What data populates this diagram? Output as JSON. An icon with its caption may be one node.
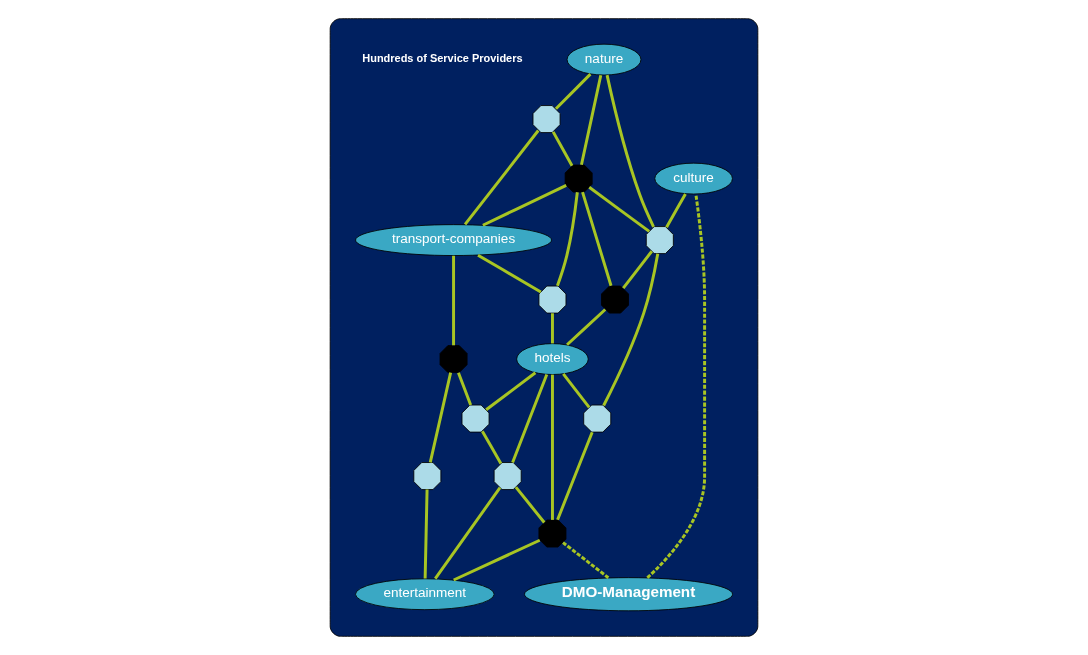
{
  "diagram": {
    "nodes": [
      {
        "text": [],
        "shape": "ellipse"
      },
      {
        "text": [
          "culture"
        ],
        "in": 0
      },
      {
        "text": [
          "nature"
        ],
        "in": 0
      },
      {
        "text": [
          "DMO-Management"
        ],
        "in": 0
      },
      {
        "text": [
          "transport-companies"
        ],
        "in": 0
      },
      {
        "text": [
          "hotels"
        ],
        "in": 0
      },
      {
        "text": [
          "entertainment"
        ],
        "in": 0
      },
      {
        "text": [],
        "shape": "octagon",
        "in": 0
      },
      {
        "text": [],
        "shape": "octagon",
        "in": 0
      },
      {
        "text": [],
        "shape": "octagon",
        "in": 0
      },
      {
        "text": [],
        "shape": "octagon",
        "in": 0
      },
      {
        "text": [],
        "shape": "octagon",
        "in": 0
      },
      {
        "text": [],
        "shape": "octagon",
        "in": 0
      },
      {
        "text": [],
        "shape": "octagon",
        "in": 0
      },
      {
        "text": [],
        "shape": "octagon",
        "in": 0
      },
      {
        "text": [],
        "shape": "octagon",
        "in": 0
      },
      {
        "text": [],
        "shape": "octagon",
        "in": 0
      },
      {
        "text": [],
        "shape": "octagon",
        "in": 0
      }
    ],
    "edges": [
      {
        "from": 2,
        "to": 8,
        "arrow": "none"
      },
      {
        "from": 2,
        "to": 9,
        "arrow": "none"
      },
      {
        "from": 2,
        "to": 7,
        "arrow": "none"
      },
      {
        "from": 1,
        "to": 7,
        "arrow": "none"
      },
      {
        "from": 3,
        "to": 1,
        "arrow": "none",
        "style": "dashed"
      },
      {
        "from": 8,
        "to": 9,
        "arrow": "none"
      },
      {
        "from": 8,
        "to": 4,
        "arrow": "none"
      },
      {
        "from": 9,
        "to": 7,
        "arrow": "none"
      },
      {
        "from": 9,
        "to": 4,
        "arrow": "none"
      },
      {
        "from": 9,
        "to": 12,
        "arrow": "none"
      },
      {
        "from": 9,
        "to": 10,
        "arrow": "none"
      },
      {
        "from": 7,
        "to": 10,
        "arrow": "none"
      },
      {
        "from": 7,
        "to": 11,
        "arrow": "none"
      },
      {
        "from": 10,
        "to": 5,
        "arrow": "none"
      },
      {
        "from": 4,
        "to": 12,
        "arrow": "none"
      },
      {
        "from": 12,
        "to": 5,
        "arrow": "none"
      },
      {
        "from": 5,
        "to": 11,
        "arrow": "none"
      },
      {
        "from": 11,
        "to": 13,
        "arrow": "none"
      },
      {
        "from": 5,
        "to": 13,
        "arrow": "none"
      },
      {
        "from": 13,
        "to": 3,
        "arrow": "none",
        "style": "dashed"
      },
      {
        "from": 5,
        "to": 15,
        "arrow": "none"
      },
      {
        "from": 5,
        "to": 16,
        "arrow": "none"
      },
      {
        "from": 4,
        "to": 14,
        "arrow": "none"
      },
      {
        "from": 14,
        "to": 15,
        "arrow": "none"
      },
      {
        "from": 15,
        "to": 16,
        "arrow": "none"
      },
      {
        "from": 16,
        "to": 13,
        "arrow": "none"
      },
      {
        "from": 14,
        "to": 17,
        "arrow": "none"
      },
      {
        "from": 17,
        "to": 6,
        "arrow": "none"
      },
      {
        "from": 16,
        "to": 6,
        "arrow": "none"
      },
      {
        "from": 13,
        "to": 6,
        "arrow": "none"
      }
    ],
    "labels": [
      "Hundreds of Service Providers"
    ]
  }
}
